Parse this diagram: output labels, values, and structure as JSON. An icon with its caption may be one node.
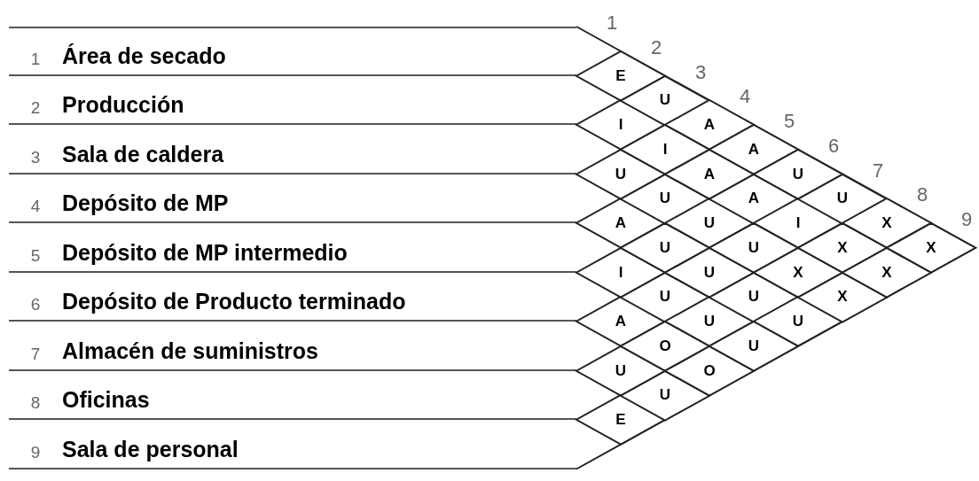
{
  "diagram": {
    "nodes": [
      {
        "text": [
          "1",
          "Área de secado"
        ]
      },
      {
        "text": [
          "2",
          "Producción"
        ]
      },
      {
        "text": [
          "3",
          "Sala de caldera"
        ]
      },
      {
        "text": [
          "4",
          "Depósito de MP"
        ]
      },
      {
        "text": [
          "5",
          "Depósito de MP intermedio"
        ]
      },
      {
        "text": [
          "6",
          "Depósito de Producto terminado"
        ]
      },
      {
        "text": [
          "7",
          "Almacén de suministros"
        ]
      },
      {
        "text": [
          "8",
          "Oficinas"
        ]
      },
      {
        "text": [
          "9",
          "Sala de personal"
        ]
      },
      {
        "text": [
          "E"
        ]
      },
      {
        "text": [
          "I"
        ]
      },
      {
        "text": [
          "U"
        ]
      },
      {
        "text": [
          "A"
        ]
      },
      {
        "text": [
          "I"
        ]
      },
      {
        "text": [
          "A"
        ]
      },
      {
        "text": [
          "U"
        ]
      },
      {
        "text": [
          "E"
        ]
      },
      {
        "text": [
          "U"
        ]
      },
      {
        "text": [
          "I"
        ]
      },
      {
        "text": [
          "U"
        ]
      },
      {
        "text": [
          "U"
        ]
      },
      {
        "text": [
          "U"
        ]
      },
      {
        "text": [
          "O"
        ]
      },
      {
        "text": [
          "U"
        ]
      },
      {
        "text": [
          "A"
        ]
      },
      {
        "text": [
          "A"
        ]
      },
      {
        "text": [
          "U"
        ]
      },
      {
        "text": [
          "U"
        ]
      },
      {
        "text": [
          "U"
        ]
      },
      {
        "text": [
          "O"
        ]
      },
      {
        "text": [
          "A"
        ]
      },
      {
        "text": [
          "A"
        ]
      },
      {
        "text": [
          "U"
        ]
      },
      {
        "text": [
          "U"
        ]
      },
      {
        "text": [
          "U"
        ]
      },
      {
        "text": [
          "U"
        ]
      },
      {
        "text": [
          "I"
        ]
      },
      {
        "text": [
          "X"
        ]
      },
      {
        "text": [
          "U"
        ]
      },
      {
        "text": [
          "U"
        ]
      },
      {
        "text": [
          "X"
        ]
      },
      {
        "text": [
          "X"
        ]
      },
      {
        "text": [
          "X"
        ]
      },
      {
        "text": [
          "X"
        ]
      },
      {
        "text": [
          "X"
        ]
      }
    ],
    "labels": [
      "1",
      "2",
      "3",
      "4",
      "5",
      "6",
      "7",
      "8",
      "9"
    ]
  }
}
